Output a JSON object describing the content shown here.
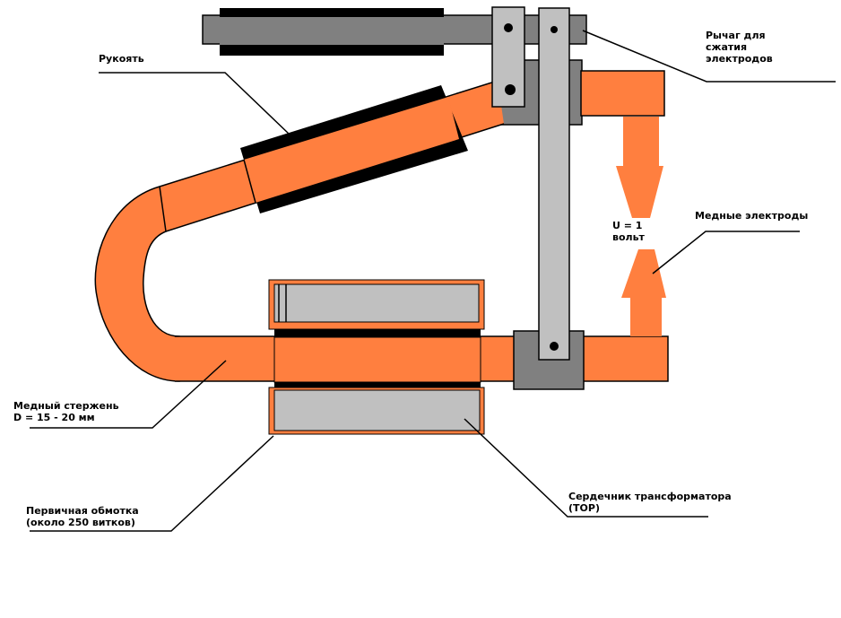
{
  "title": "Самодельный контактный сварочный аппарат — схема",
  "colors": {
    "copper": "#ff7f3f",
    "insulation": "#000000",
    "steel_dark": "#808080",
    "steel_light": "#c0c0c0",
    "outline": "#000000",
    "background": "#ffffff"
  },
  "labels": {
    "handle": "Рукоять",
    "lever": [
      "Рычаг для",
      "сжатия",
      "электродов"
    ],
    "electrodes": "Медные электроды",
    "voltage": [
      "U = 1",
      "вольт"
    ],
    "rod": [
      "Медный стержень",
      "D = 15 - 20 мм"
    ],
    "primary": [
      "Первичная обмотка",
      "(около 250 витков)"
    ],
    "core": [
      "Сердечник трансформатора",
      "(ТОР)"
    ]
  },
  "components": [
    {
      "id": "handle",
      "label_ref": "labels.handle"
    },
    {
      "id": "lever",
      "label_ref": "labels.lever"
    },
    {
      "id": "electrodes",
      "label_ref": "labels.electrodes"
    },
    {
      "id": "copper-rod",
      "label_ref": "labels.rod"
    },
    {
      "id": "primary-winding",
      "label_ref": "labels.primary"
    },
    {
      "id": "transformer-core",
      "label_ref": "labels.core"
    }
  ]
}
